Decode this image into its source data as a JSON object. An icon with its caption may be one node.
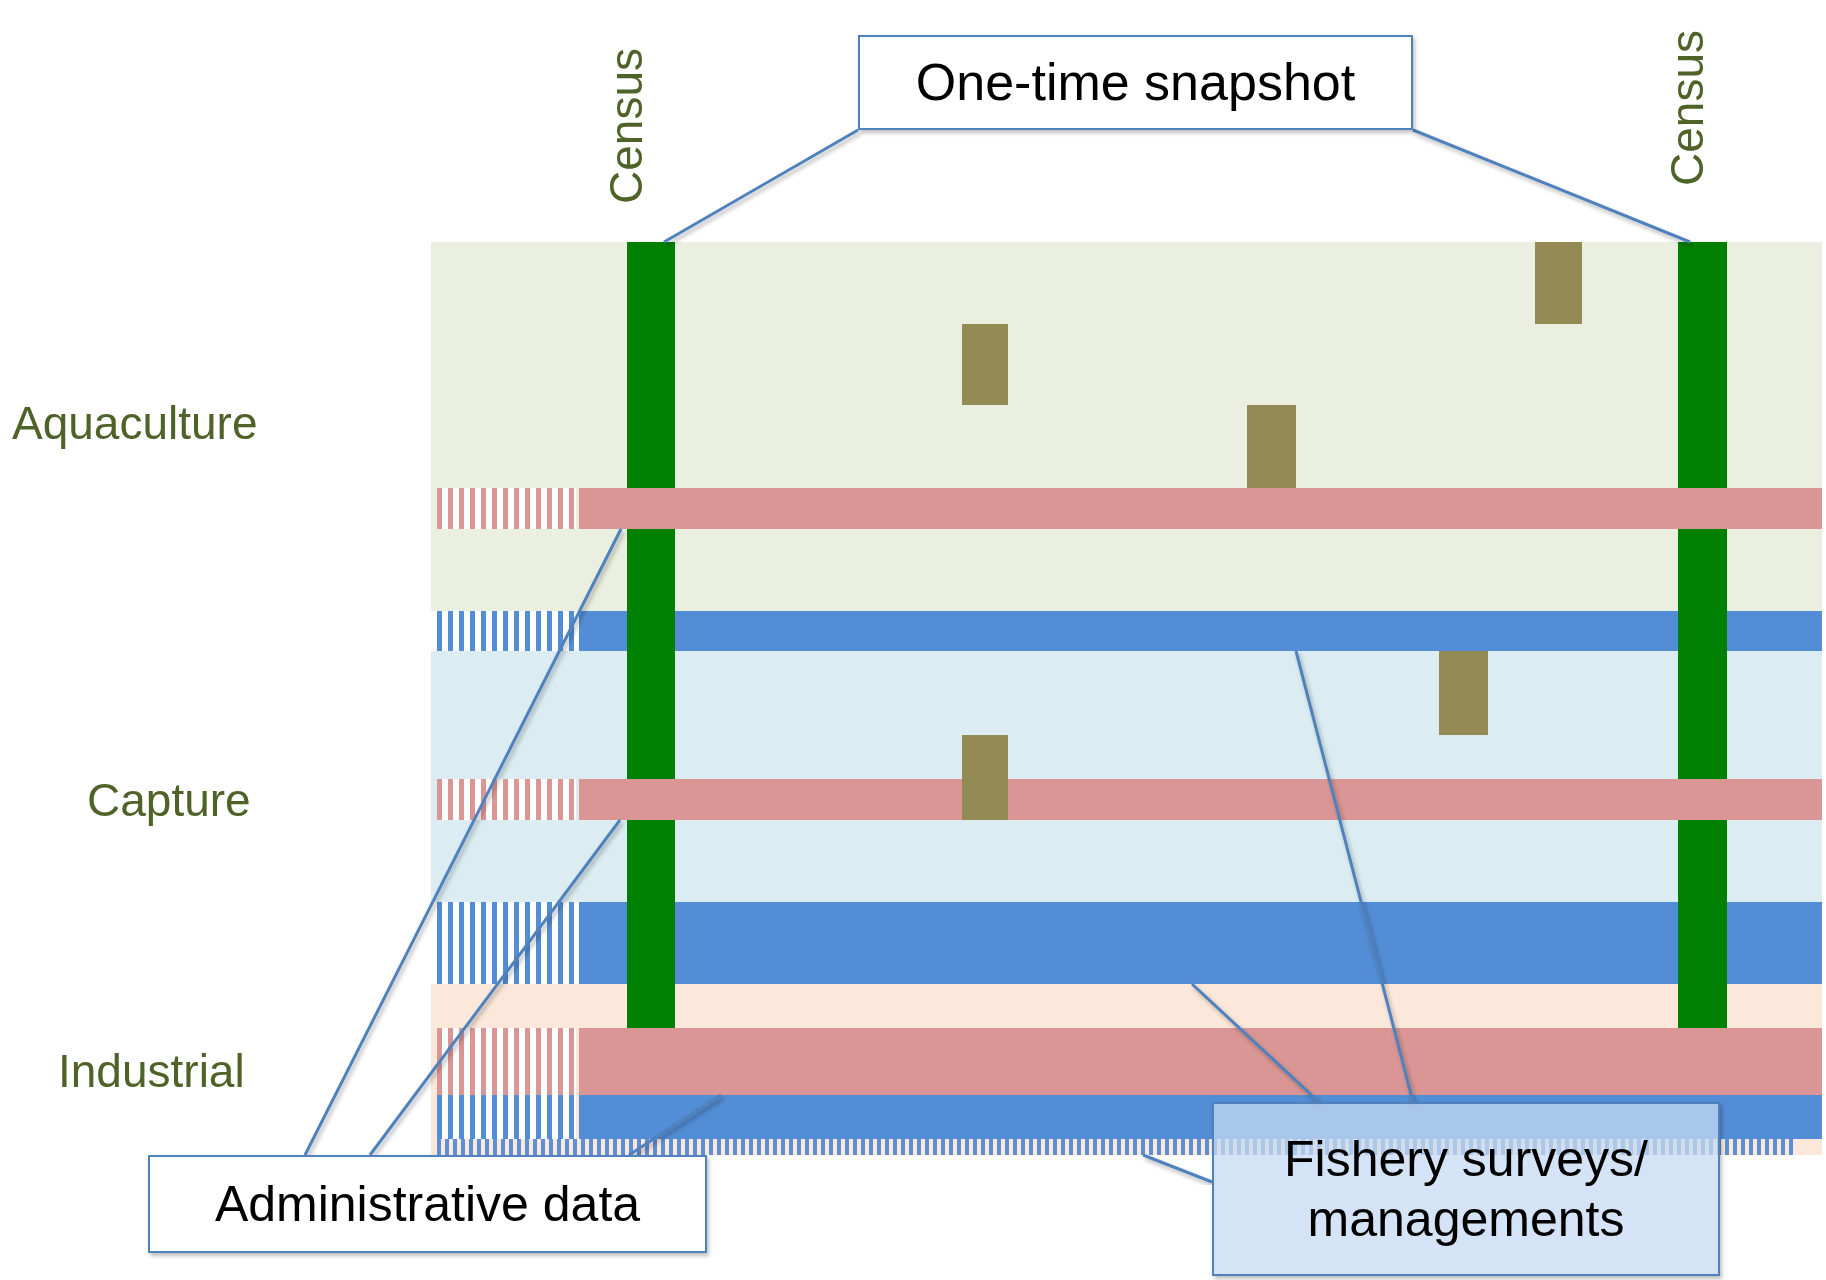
{
  "diagram": {
    "nodes": [
      {
        "text": [
          "Census"
        ]
      },
      {
        "text": [
          "One-time snapshot"
        ]
      },
      {
        "text": [
          "Census"
        ]
      },
      {
        "text": [],
        "shape": "bar"
      },
      {
        "text": [],
        "shape": "bar"
      },
      {
        "text": [],
        "shape": "bar"
      },
      {
        "text": [],
        "shape": "bar"
      },
      {
        "text": [],
        "shape": "bar"
      },
      {
        "text": [],
        "shape": "bar"
      },
      {
        "text": [
          "Administrative data"
        ]
      },
      {
        "text": [
          "Fishery surveys/ managements"
        ]
      },
      {
        "text": [],
        "shape": "bar"
      },
      {
        "text": [],
        "shape": "box"
      },
      {
        "text": [],
        "shape": "box"
      },
      {
        "text": [],
        "shape": "box"
      },
      {
        "text": [],
        "shape": "box"
      },
      {
        "text": [],
        "shape": "box"
      }
    ],
    "edges": [
      {
        "from": 1,
        "to": 0,
        "arrow": "none"
      },
      {
        "from": 1,
        "to": 2,
        "arrow": "none"
      },
      {
        "from": 9,
        "to": 3,
        "arrow": "none"
      },
      {
        "from": 9,
        "to": 5,
        "arrow": "none"
      },
      {
        "from": 9,
        "to": 7,
        "arrow": "none"
      },
      {
        "from": 10,
        "to": 6,
        "arrow": "none"
      },
      {
        "from": 10,
        "to": 4,
        "arrow": "none"
      },
      {
        "from": 10,
        "to": 8,
        "arrow": "none"
      }
    ],
    "labels": [
      "Aquaculture",
      "Capture",
      "Industrial"
    ]
  }
}
